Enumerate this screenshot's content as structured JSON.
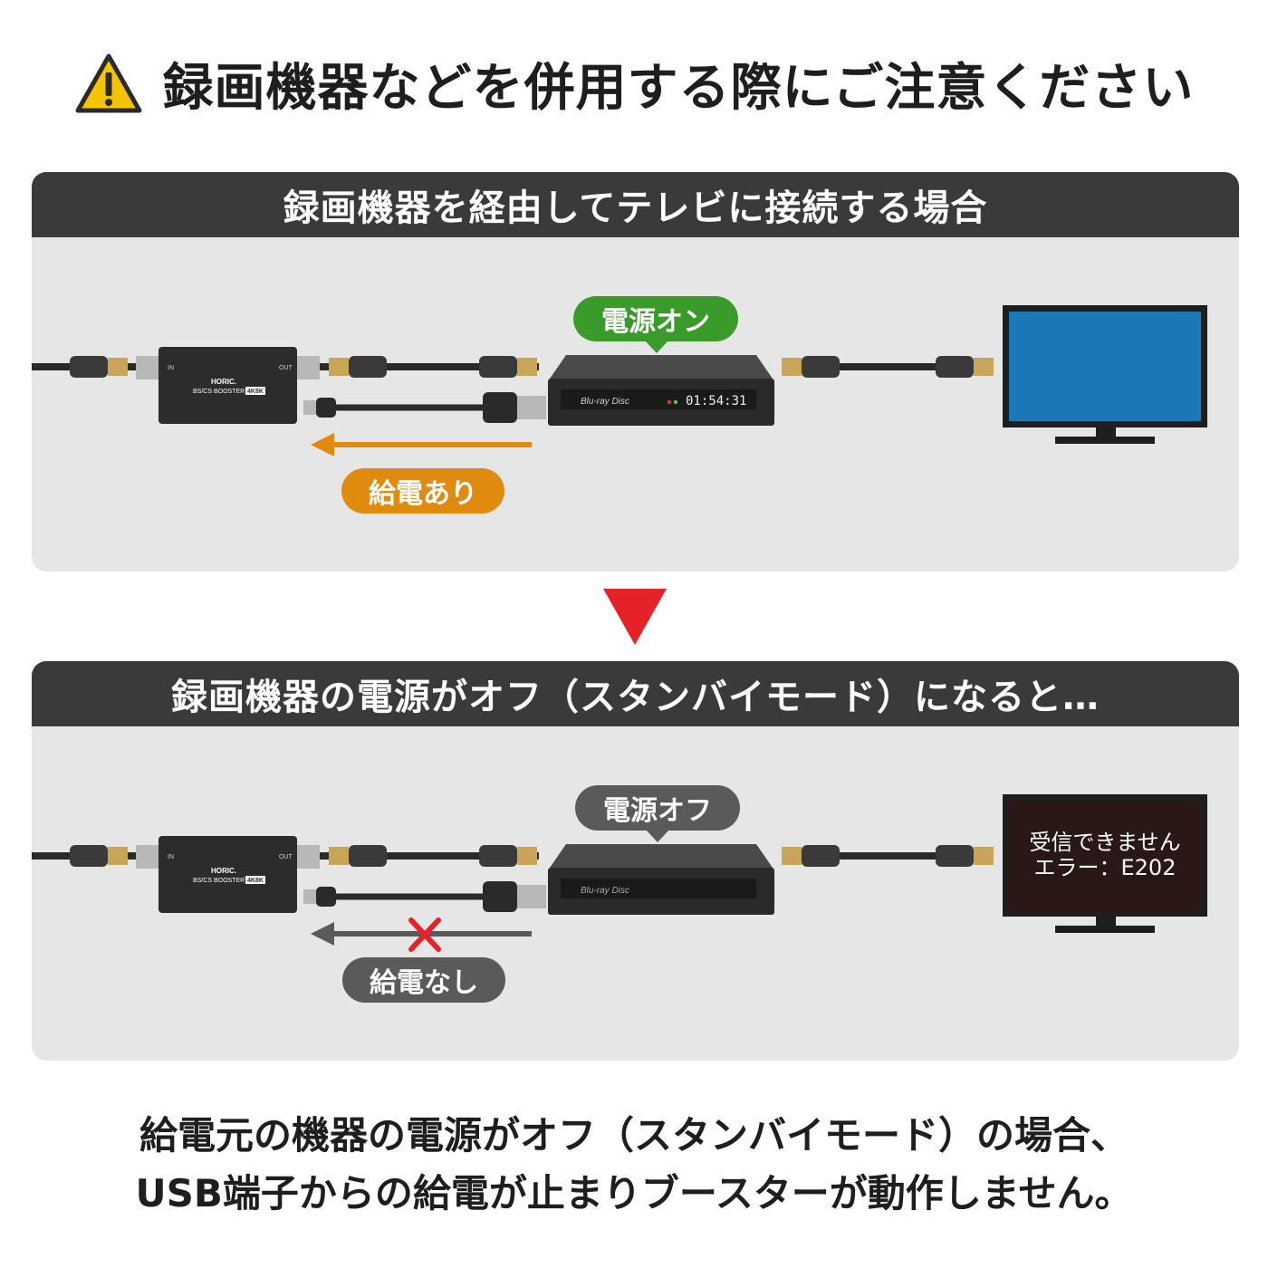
{
  "title": {
    "text": "録画機器などを併用する際にご注意ください",
    "icon": "warning-icon"
  },
  "panel_on": {
    "header": "録画機器を経由してテレビに接続する場合",
    "status_label": "電源オン",
    "status_color": "#3a9a2a",
    "power_label": "給電あり",
    "power_color": "#e08a10",
    "recorder_brand": "Blu-ray Disc",
    "recorder_clock": "01:54:31",
    "booster_brand": "HORIC.",
    "booster_model": "BS/CS BOOSTER",
    "booster_badge": "4K8K",
    "booster_in": "IN",
    "booster_out": "OUT",
    "tv_screen_color": "#1a78b4"
  },
  "arrow_down": {
    "icon": "down-triangle-icon",
    "color": "#e52228"
  },
  "panel_off": {
    "header": "録画機器の電源がオフ（スタンバイモード）になると…",
    "status_label": "電源オフ",
    "status_color": "#5a5a5a",
    "power_label": "給電なし",
    "power_color": "#5a5a5a",
    "recorder_brand": "Blu-ray Disc",
    "booster_brand": "HORIC.",
    "booster_model": "BS/CS BOOSTER",
    "booster_badge": "4K8K",
    "booster_in": "IN",
    "booster_out": "OUT",
    "tv_message_line1": "受信できません",
    "tv_message_line2": "エラー：E202",
    "cross_icon": "cross-icon"
  },
  "footer": {
    "line1": "給電元の機器の電源がオフ（スタンバイモード）の場合、",
    "line2": "USB端子からの給電が止まりブースターが動作しません。"
  }
}
